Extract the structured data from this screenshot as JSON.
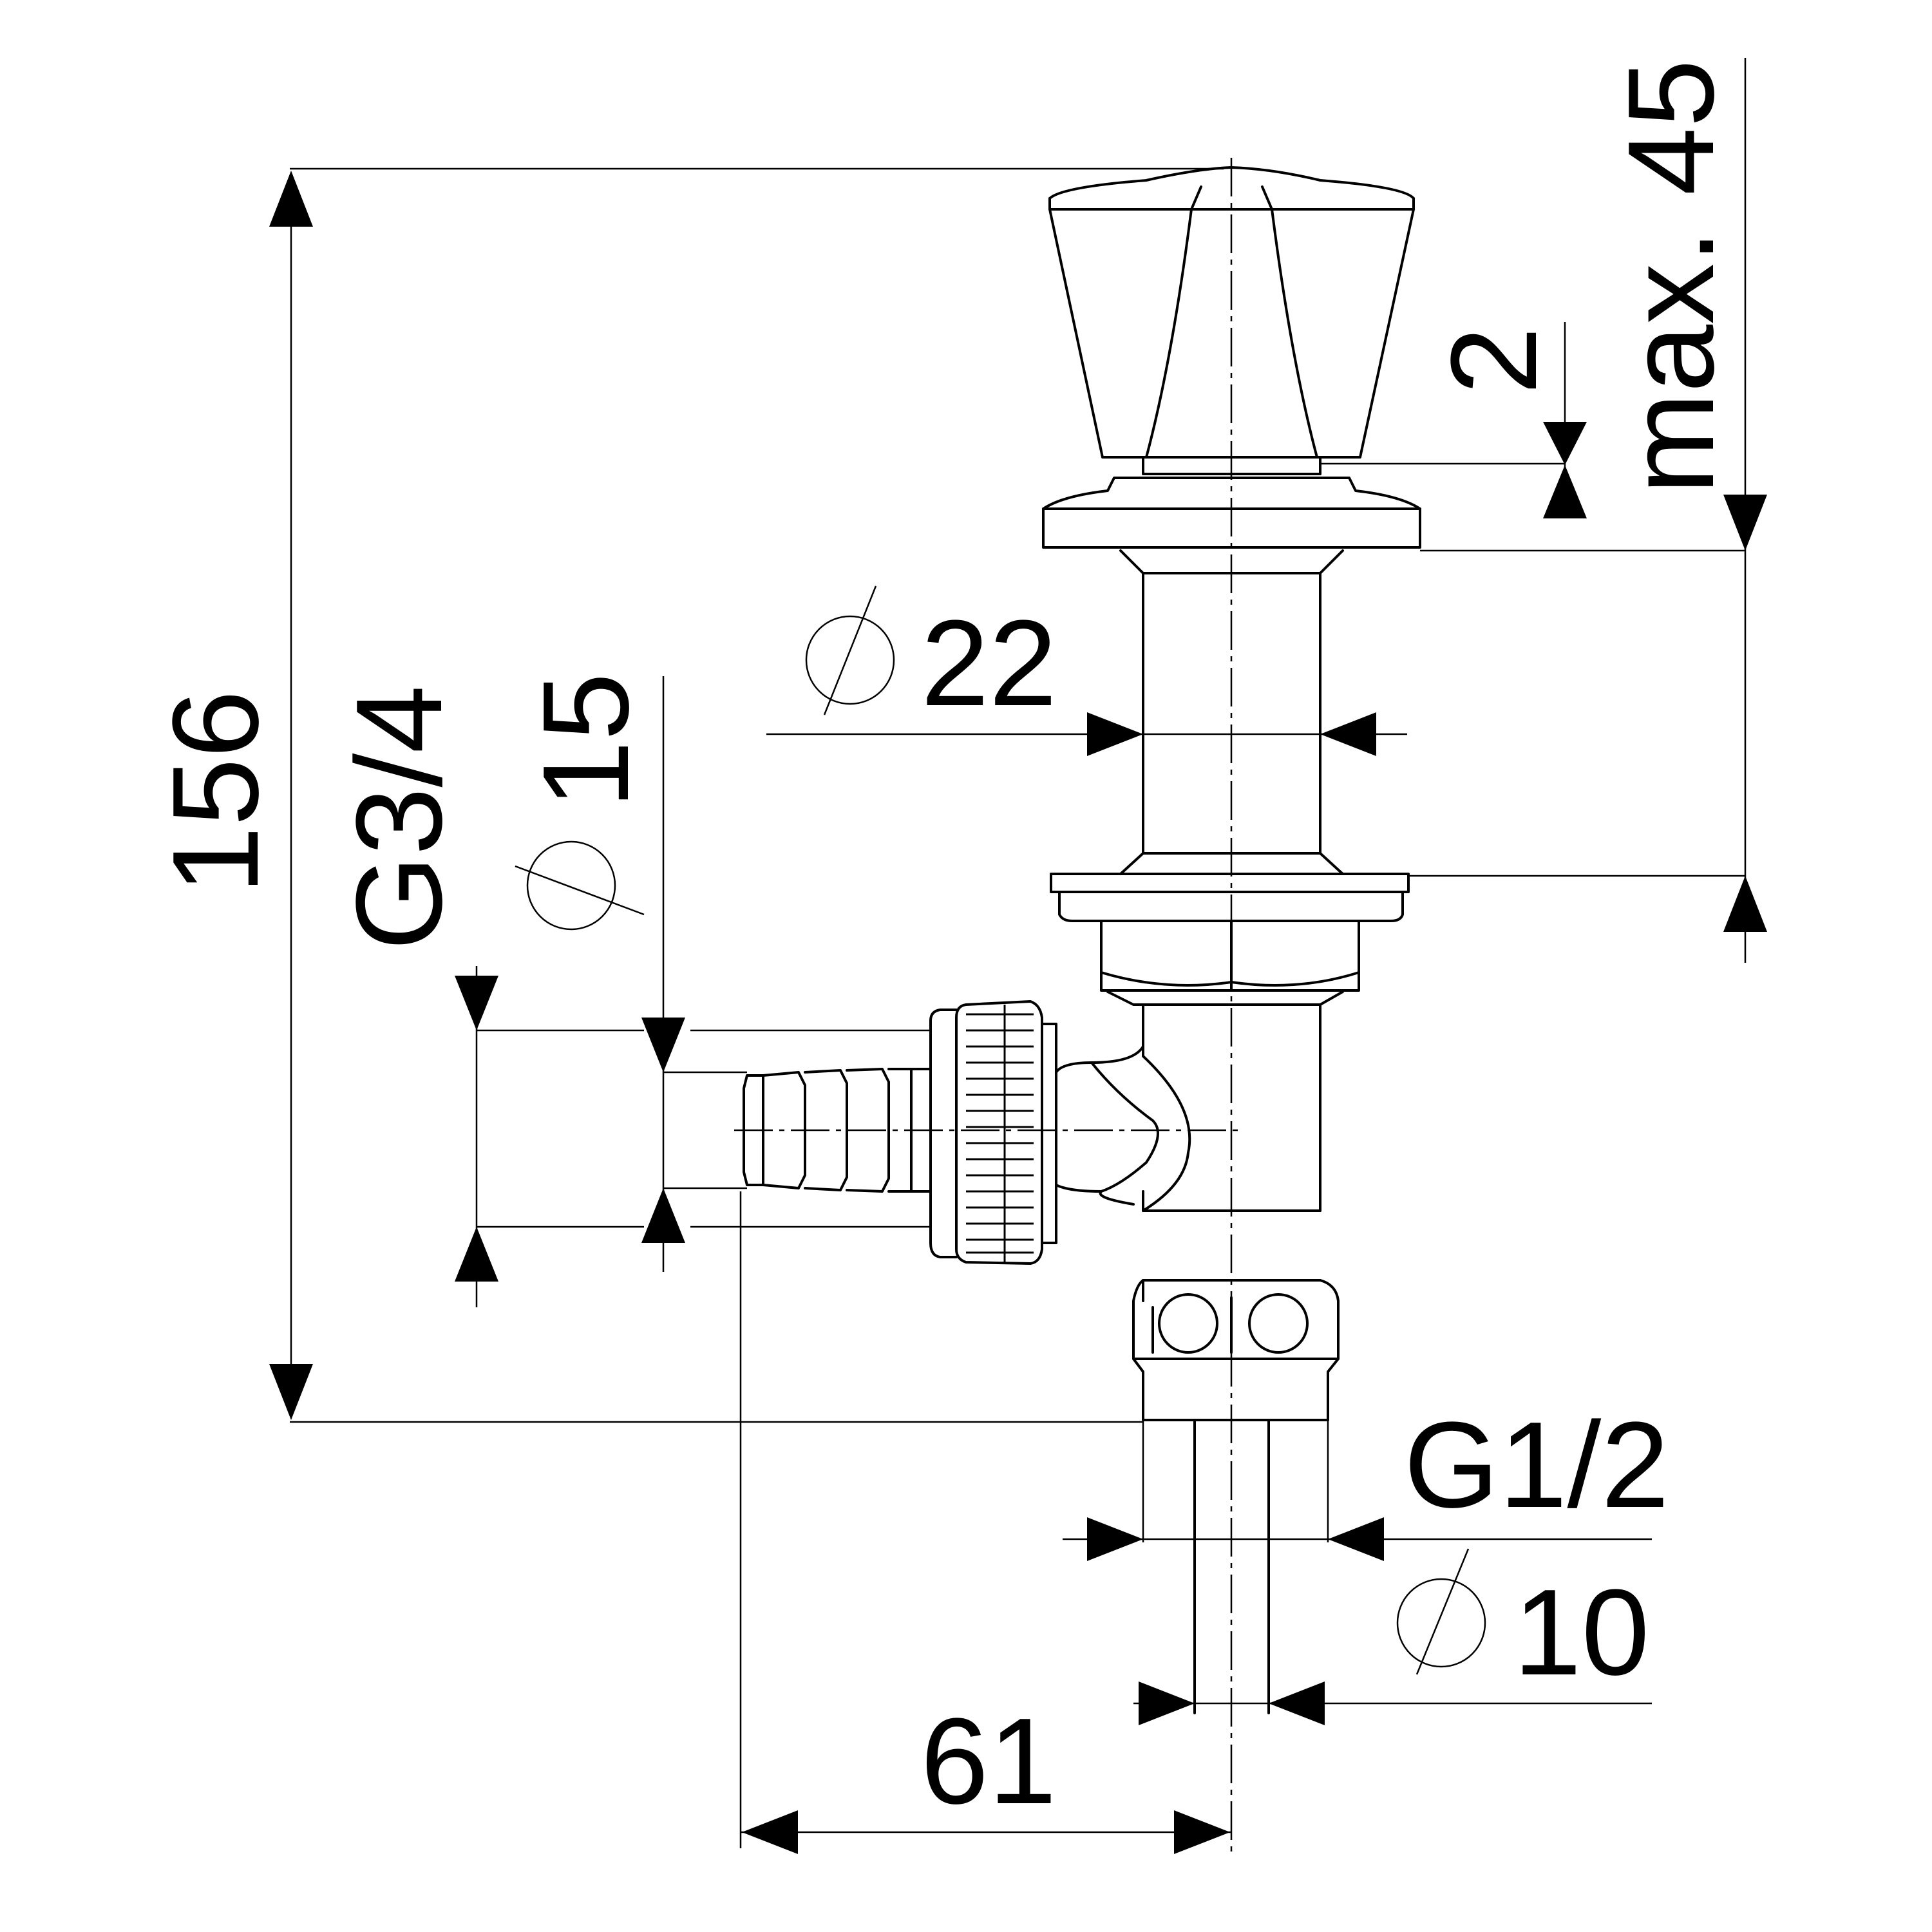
{
  "dimensions": {
    "overall_height": "156",
    "thread_inlet": "G3/4",
    "hose_diameter": "15",
    "stem_diameter": "22",
    "knob_gap": "2",
    "escutcheon_depth": "max. 45",
    "outlet_thread": "G1/2",
    "outlet_diameter": "10",
    "offset": "61"
  },
  "colors": {
    "line": "#000000",
    "background": "#ffffff"
  },
  "icons": {
    "diameter_symbol": "diameter-icon"
  }
}
